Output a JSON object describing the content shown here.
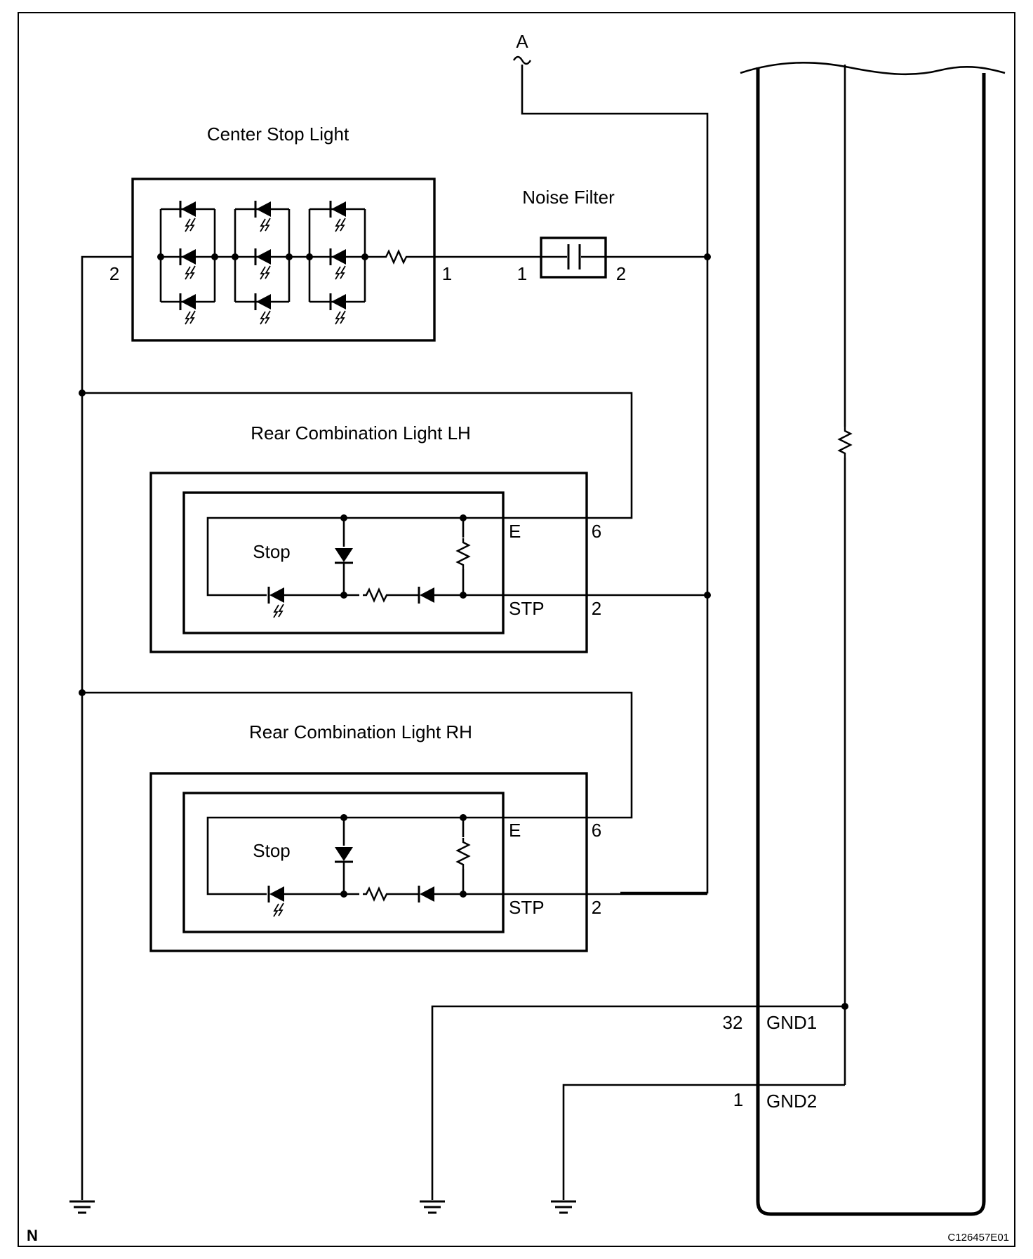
{
  "components": {
    "center_stop_light": {
      "title": "Center Stop Light",
      "pin_left": "2",
      "pin_right": "1"
    },
    "noise_filter": {
      "title": "Noise Filter",
      "pin_left": "1",
      "pin_right": "2"
    },
    "rear_lh": {
      "title": "Rear Combination Light LH",
      "inner_label": "Stop",
      "term_e": "E",
      "pin_e": "6",
      "term_stp": "STP",
      "pin_stp": "2"
    },
    "rear_rh": {
      "title": "Rear Combination Light RH",
      "inner_label": "Stop",
      "term_e": "E",
      "pin_e": "6",
      "term_stp": "STP",
      "pin_stp": "2"
    },
    "ecu": {
      "gnd1_pin": "32",
      "gnd1_label": "GND1",
      "gnd2_pin": "1",
      "gnd2_label": "GND2"
    }
  },
  "connector_a": {
    "label": "A"
  },
  "corner_code": "N",
  "figure_id": "C126457E01"
}
